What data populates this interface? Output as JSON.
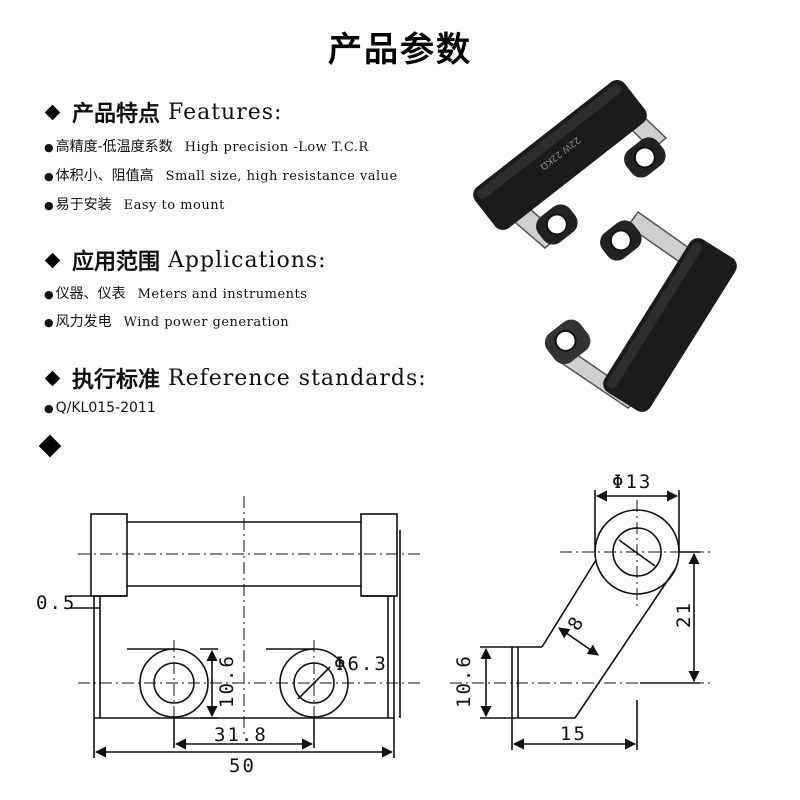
{
  "title": "产品参数",
  "features": {
    "heading_cn": "产品特点",
    "heading_en": "Features:",
    "items": [
      {
        "cn": "高精度-低温度系数",
        "en": "High precision -Low T.C.R"
      },
      {
        "cn": "体积小、阻值高",
        "en": "Small size, high resistance value"
      },
      {
        "cn": "易于安装",
        "en": "Easy to mount"
      }
    ]
  },
  "applications": {
    "heading_cn": "应用范围",
    "heading_en": "Applications:",
    "items": [
      {
        "cn": "仪器、仪表",
        "en": "Meters and instruments"
      },
      {
        "cn": "风力发电",
        "en": "Wind power generation"
      }
    ]
  },
  "standards": {
    "heading_cn": "执行标准",
    "heading_en": "Reference standards:",
    "items": [
      "Q/KL015-2011"
    ]
  },
  "product_marking": "22W 22KΩ",
  "dimensions": {
    "front": {
      "thickness": "0.5",
      "hole_height": "10.6",
      "hole_diameter": "Φ6.3",
      "hole_spacing": "31.8",
      "total_length": "50"
    },
    "side": {
      "eye_diameter": "Φ13",
      "height": "21",
      "arm_width": "8",
      "foot_height": "10.6",
      "foot_length": "15"
    }
  }
}
